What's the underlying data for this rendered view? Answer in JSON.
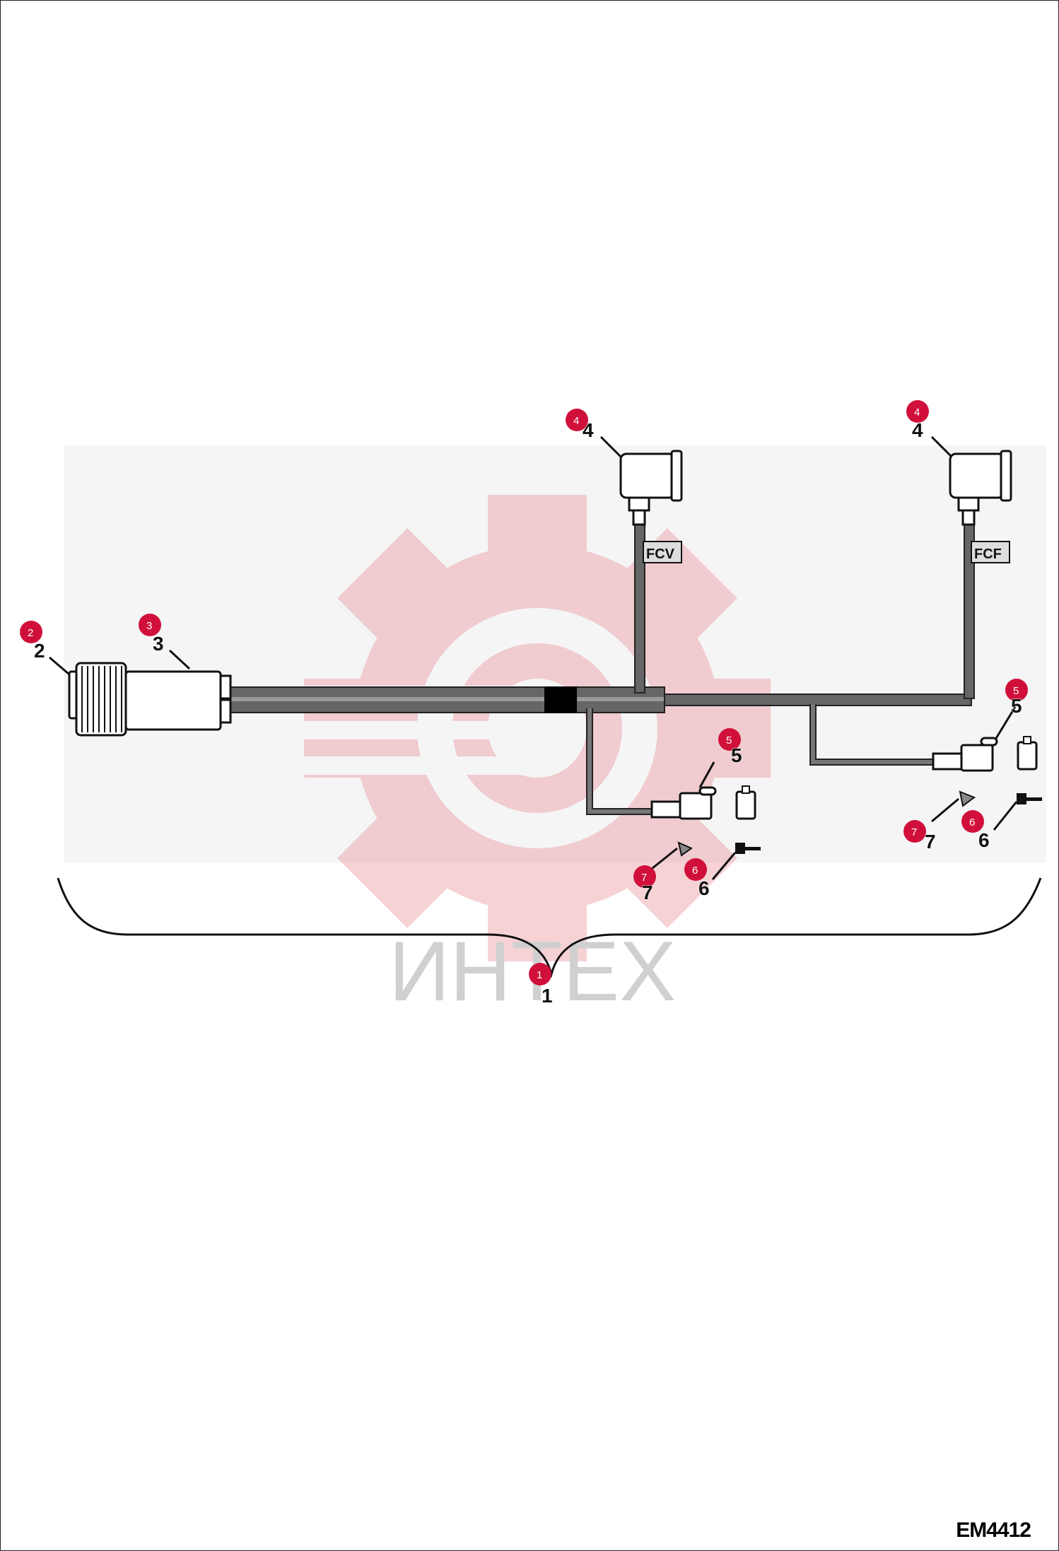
{
  "watermark": {
    "text": "ИНТЕХ",
    "color": "#e8808a"
  },
  "drawing_code": "EM4412",
  "wire_tags": {
    "left": "FCV",
    "right": "FCF"
  },
  "callout_color": "#d0103a",
  "callouts": [
    {
      "number": "1",
      "part_label": "1"
    },
    {
      "number": "2",
      "part_label": "2"
    },
    {
      "number": "3",
      "part_label": "3"
    },
    {
      "number": "4",
      "part_label": "4"
    },
    {
      "number": "4",
      "part_label": "4"
    },
    {
      "number": "5",
      "part_label": "5"
    },
    {
      "number": "5",
      "part_label": "5"
    },
    {
      "number": "6",
      "part_label": "6"
    },
    {
      "number": "6",
      "part_label": "6"
    },
    {
      "number": "7",
      "part_label": "7"
    },
    {
      "number": "7",
      "part_label": "7"
    }
  ]
}
